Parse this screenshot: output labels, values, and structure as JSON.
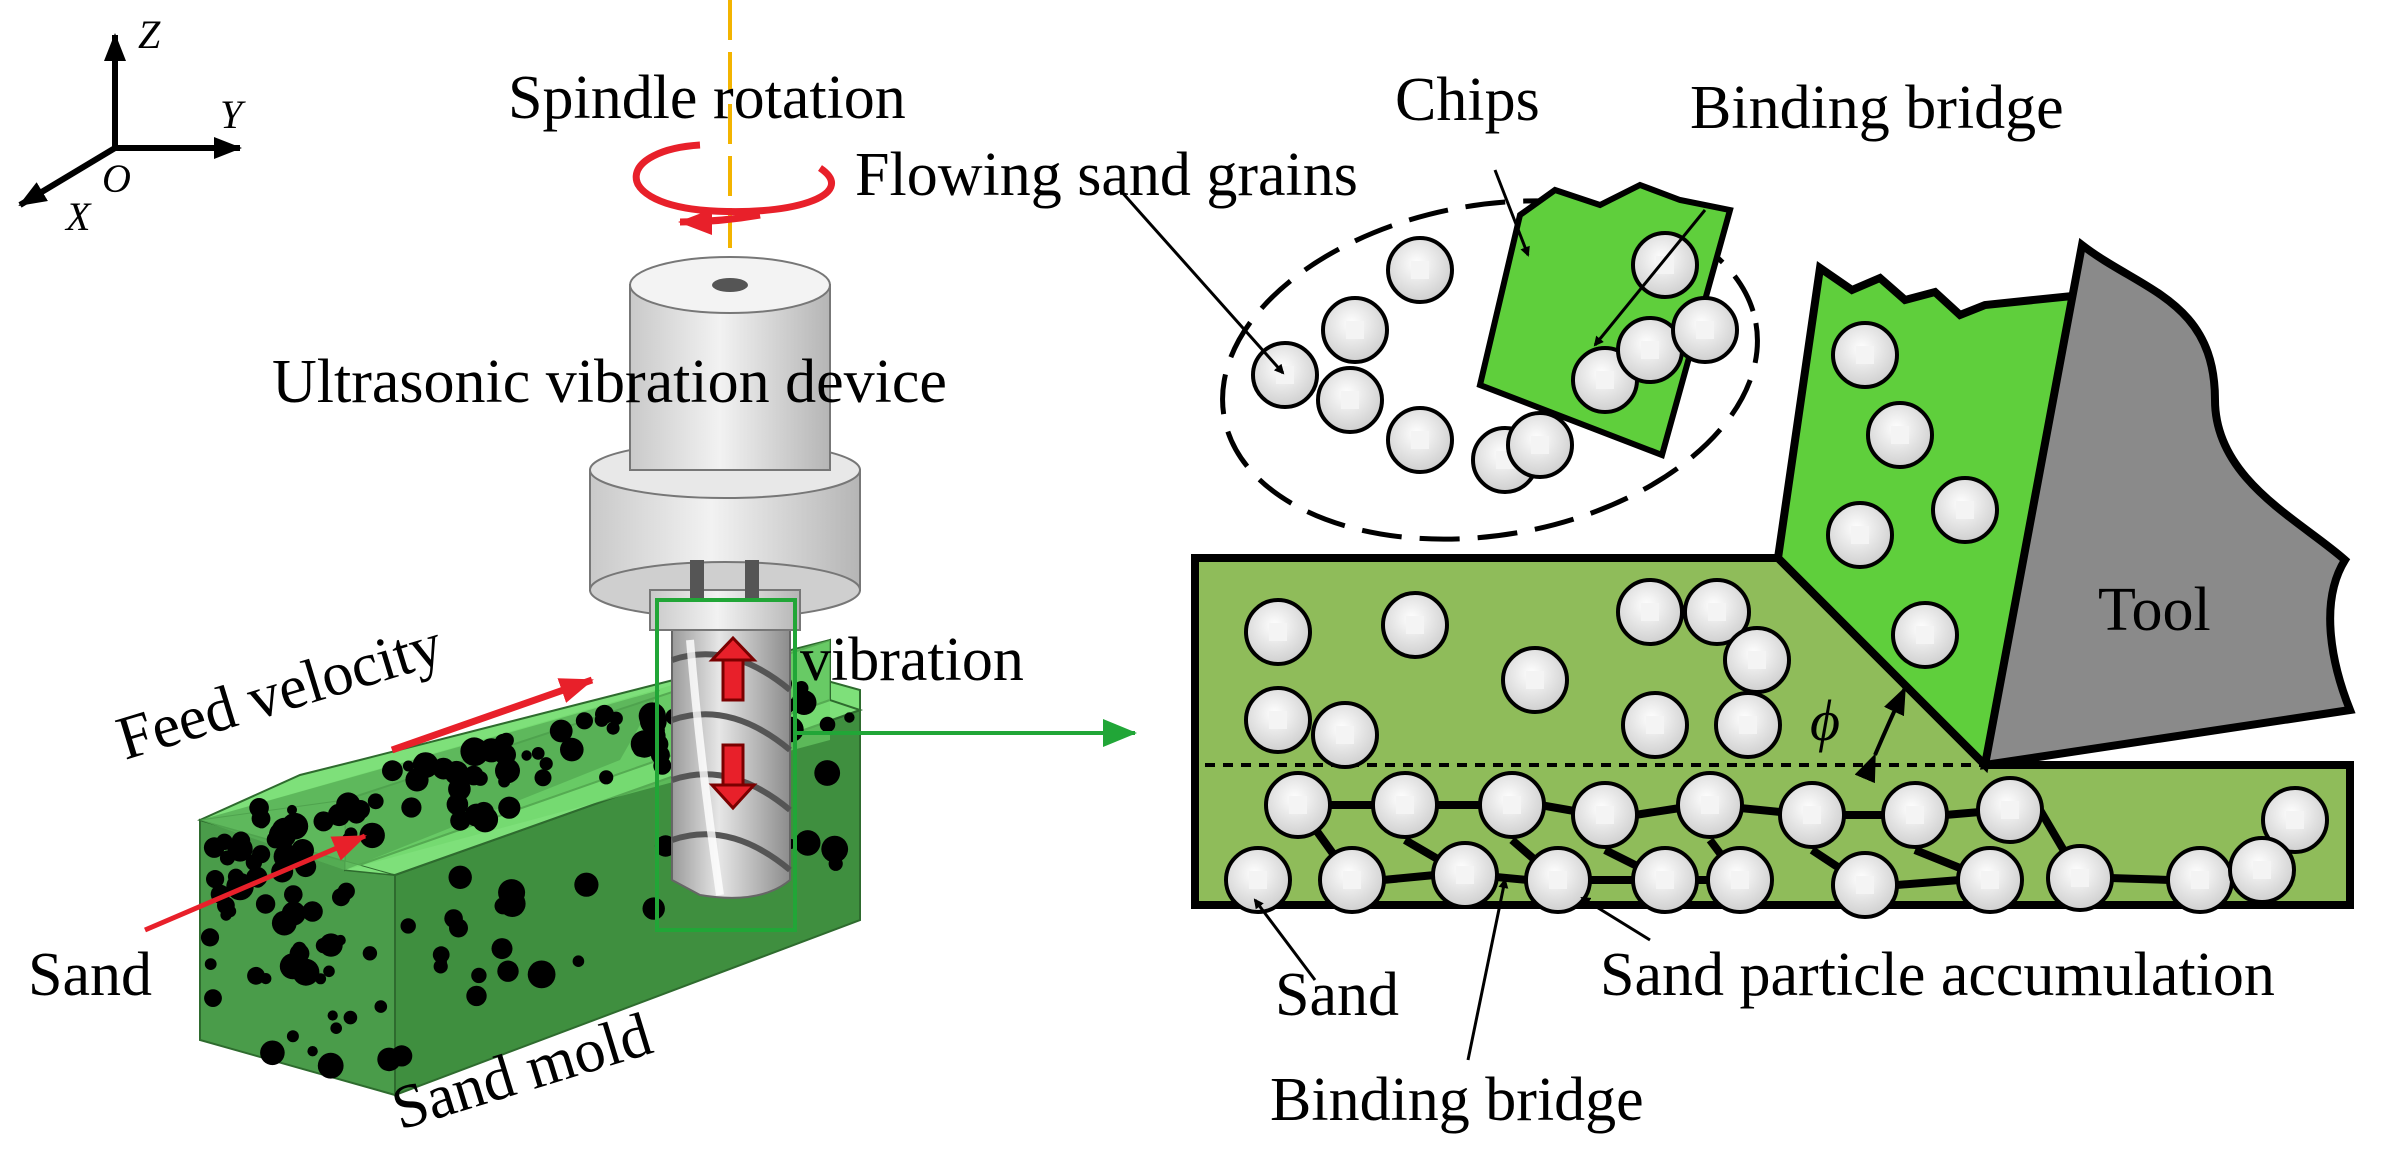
{
  "axes": {
    "z": "Z",
    "y": "Y",
    "x": "X",
    "origin": "O"
  },
  "left": {
    "spindle_rotation": "Spindle rotation",
    "device": "Ultrasonic vibration device",
    "vibration": "vibration",
    "feed_velocity": "Feed velocity",
    "sand": "Sand",
    "sand_mold": "Sand mold"
  },
  "right": {
    "chips": "Chips",
    "binding_bridge_top": "Binding bridge",
    "flowing_sand_grains": "Flowing sand grains",
    "tool": "Tool",
    "shear_angle": "ϕ",
    "sand": "Sand",
    "sand_particle_accumulation": "Sand particle accumulation",
    "binding_bridge_bottom": "Binding bridge"
  },
  "colors": {
    "workpiece_green": "#8fbc5a",
    "chip_green": "#5fcf3c",
    "tool_gray": "#8a8a8a",
    "mold_light": "#7ee07a",
    "mold_dark": "#4a9c4a",
    "arrow_red": "#e8202a",
    "frame_green": "#21a637",
    "spindle_axis": "#f3b400"
  }
}
